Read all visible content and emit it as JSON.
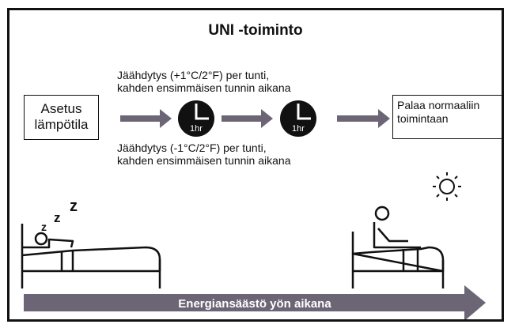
{
  "title": "UNI -toiminto",
  "cooling_text": [
    "Jäähdytys (+1°C/2°F) per tunti,",
    "kahden ensimmäisen tunnin aikana"
  ],
  "heating_text": [
    "Jäähdytys (-1°C/2°F) per tunti,",
    "kahden ensimmäisen tunnin aikana"
  ],
  "start_box": [
    "Asetus",
    "lämpötila"
  ],
  "end_box": [
    "Palaa normaaliin",
    "toimintaan"
  ],
  "timer_labels": [
    "1hr",
    "1hr"
  ],
  "sleep_letters": [
    "z",
    "z",
    "z"
  ],
  "bottom_arrow_label": "Energiansäästö yön aikana",
  "colors": {
    "arrow": "#6b6575",
    "border": "#111111",
    "clock": "#111111"
  },
  "icons": [
    "sleeping-person-icon",
    "moon-icon",
    "sitting-person-icon",
    "sun-icon",
    "clock-icon"
  ]
}
